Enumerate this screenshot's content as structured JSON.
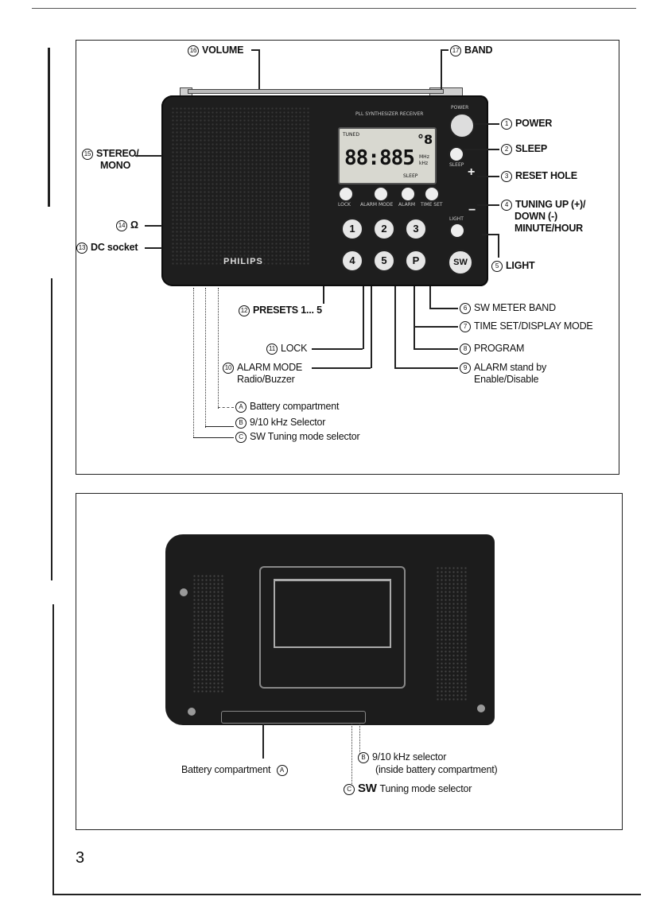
{
  "page_number": "3",
  "brand": "PHILIPS",
  "top_figure": {
    "labels": {
      "volume": {
        "num": "16",
        "text": "VOLUME"
      },
      "band": {
        "num": "17",
        "text": "BAND"
      },
      "power": {
        "num": "1",
        "text": "POWER"
      },
      "sleep": {
        "num": "2",
        "text": "SLEEP"
      },
      "reset_hole": {
        "num": "3",
        "text": "RESET HOLE"
      },
      "tuning_line1": {
        "num": "4",
        "text": "TUNING UP (+)/"
      },
      "tuning_line2": "DOWN (-)",
      "tuning_line3": "MINUTE/HOUR",
      "light": {
        "num": "5",
        "text": "LIGHT"
      },
      "stereo_line1": {
        "num": "15",
        "text": "STEREO/"
      },
      "stereo_line2": "MONO",
      "headphone": {
        "num": "14",
        "text": "Ω"
      },
      "dc_socket": {
        "num": "13",
        "text": "DC socket"
      },
      "presets": {
        "num": "12",
        "text": "PRESETS 1... 5"
      },
      "sw_meter_band": {
        "num": "6",
        "text": "SW METER BAND"
      },
      "time_set": {
        "num": "7",
        "text": "TIME SET/DISPLAY MODE"
      },
      "program": {
        "num": "8",
        "text": "PROGRAM"
      },
      "lock": {
        "num": "11",
        "text": "LOCK"
      },
      "alarm_mode_line1": {
        "num": "10",
        "text": "ALARM MODE"
      },
      "alarm_mode_line2": "Radio/Buzzer",
      "alarm_standby_line1": {
        "num": "9",
        "text": "ALARM stand by"
      },
      "alarm_standby_line2": "Enable/Disable",
      "battery": {
        "num": "A",
        "text": "Battery compartment"
      },
      "khz_selector": {
        "num": "B",
        "text": "9/10 kHz Selector"
      },
      "sw_tuning": {
        "num": "C",
        "text": "SW Tuning mode selector"
      }
    },
    "radio": {
      "header_text": "PLL SYNTHESIZER RECEIVER",
      "lcd_digits": "88:885",
      "lcd_band": "°8",
      "lcd_tuned": "TUNED",
      "lcd_unit_mhz": "MHz",
      "lcd_unit_khz": "kHz",
      "lcd_sleep": "SLEEP",
      "power_label": "POWER",
      "sleep_label": "SLEEP",
      "light_label": "LIGHT",
      "preset_buttons": [
        "1",
        "2",
        "3",
        "4",
        "5",
        "P",
        "SW"
      ],
      "small_button_labels": [
        "LOCK",
        "ALARM MODE",
        "ALARM",
        "TIME SET"
      ],
      "plus_sign": "+",
      "minus_sign": "−"
    }
  },
  "bottom_figure": {
    "labels": {
      "battery": {
        "num": "A",
        "text": "Battery compartment"
      },
      "khz_line1": {
        "num": "B",
        "text": "9/10 kHz selector"
      },
      "khz_line2": "(inside battery compartment)",
      "sw_tuning_bold": "SW",
      "sw_tuning_rest": "Tuning mode selector",
      "sw_tuning_num": "C"
    }
  }
}
